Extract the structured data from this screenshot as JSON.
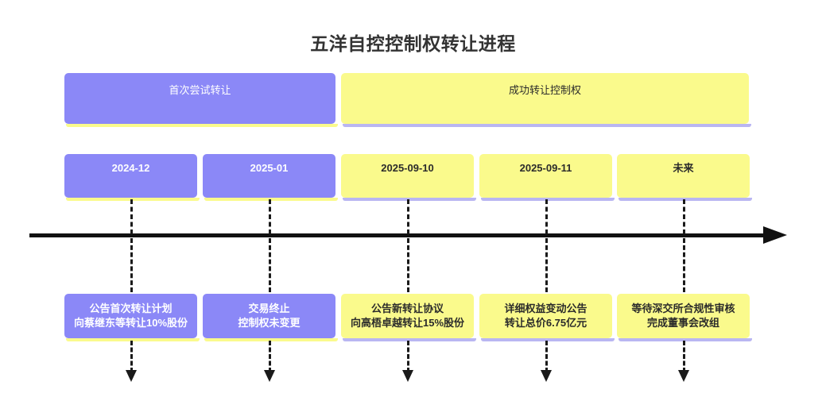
{
  "title": "五洋自控控制权转让进程",
  "colors": {
    "purple": "#8b88f7",
    "yellow": "#fafa8c",
    "axis": "#111111",
    "title_text": "#333333"
  },
  "phases": [
    {
      "label": "首次尝试转让",
      "style": "purple"
    },
    {
      "label": "成功转让控制权",
      "style": "yellow"
    }
  ],
  "milestones": [
    {
      "date": "2024-12",
      "style": "purple",
      "desc_line1": "公告首次转让计划",
      "desc_line2": "向蔡继东等转让10%股份"
    },
    {
      "date": "2025-01",
      "style": "purple",
      "desc_line1": "交易终止",
      "desc_line2": "控制权未变更"
    },
    {
      "date": "2025-09-10",
      "style": "yellow",
      "desc_line1": "公告新转让协议",
      "desc_line2": "向高梧卓越转让15%股份"
    },
    {
      "date": "2025-09-11",
      "style": "yellow",
      "desc_line1": "详细权益变动公告",
      "desc_line2": "转让总价6.75亿元"
    },
    {
      "date": "未来",
      "style": "yellow",
      "desc_line1": "等待深交所合规性审核",
      "desc_line2": "完成董事会改组"
    }
  ]
}
